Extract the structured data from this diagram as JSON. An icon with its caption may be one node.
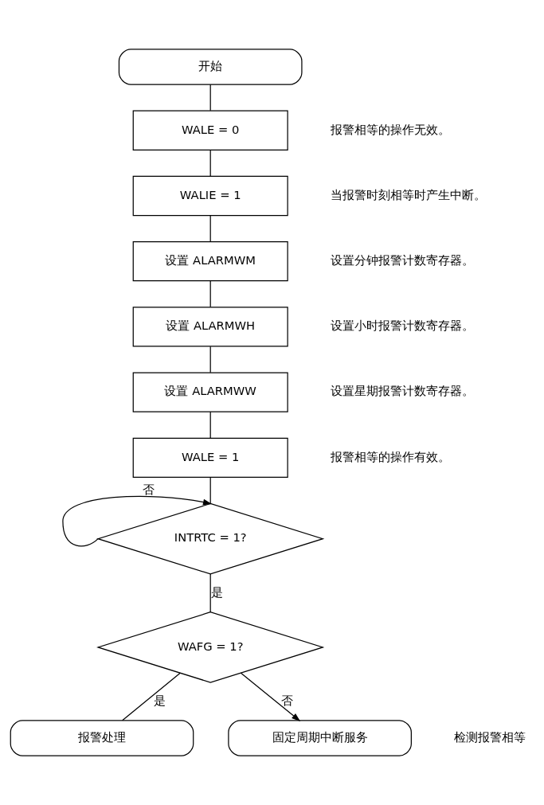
{
  "diagram": {
    "nodes": [
      {
        "text": [
          "开始"
        ]
      },
      {
        "text": [
          "WALE = 0"
        ],
        "beside": [
          "报警相等的操作无效。"
        ]
      },
      {
        "text": [
          "WALIE = 1"
        ],
        "beside": [
          "当报警时刻相等时产生中断。"
        ]
      },
      {
        "text": [
          "设置 ALARMWM"
        ],
        "beside": [
          "设置分钟报警计数寄存器。"
        ]
      },
      {
        "text": [
          "设置 ALARMWH"
        ],
        "beside": [
          "设置小时报警计数寄存器。"
        ]
      },
      {
        "text": [
          "设置 ALARMWW"
        ],
        "beside": [
          "设置星期报警计数寄存器。"
        ]
      },
      {
        "text": [
          "WALE = 1"
        ],
        "beside": [
          "报警相等的操作有效。"
        ]
      },
      {
        "text": [
          "INTRTC = 1?"
        ]
      },
      {
        "text": [
          "WAFG = 1?"
        ]
      },
      {
        "text": [
          "报警处理"
        ]
      },
      {
        "text": [
          "固定周期中断服务"
        ]
      }
    ],
    "edges": [
      {
        "from": 0,
        "to": 1,
        "arrow": "none"
      },
      {
        "from": 1,
        "to": 2,
        "arrow": "none"
      },
      {
        "from": 2,
        "to": 3,
        "arrow": "none"
      },
      {
        "from": 3,
        "to": 4,
        "arrow": "none"
      },
      {
        "from": 4,
        "to": 5,
        "arrow": "none"
      },
      {
        "from": 5,
        "to": 6,
        "arrow": "none"
      },
      {
        "from": 6,
        "to": 7,
        "arrow": "none"
      },
      {
        "from": 7,
        "to": 7,
        "arrow": "to",
        "label": "否"
      },
      {
        "from": 7,
        "to": 8,
        "arrow": "none",
        "label": "是"
      },
      {
        "from": 8,
        "to": 9,
        "arrow": "none",
        "label": "是"
      },
      {
        "from": 8,
        "to": 10,
        "arrow": "to",
        "label": "否"
      }
    ],
    "labels": [
      "检测报警相等"
    ]
  }
}
